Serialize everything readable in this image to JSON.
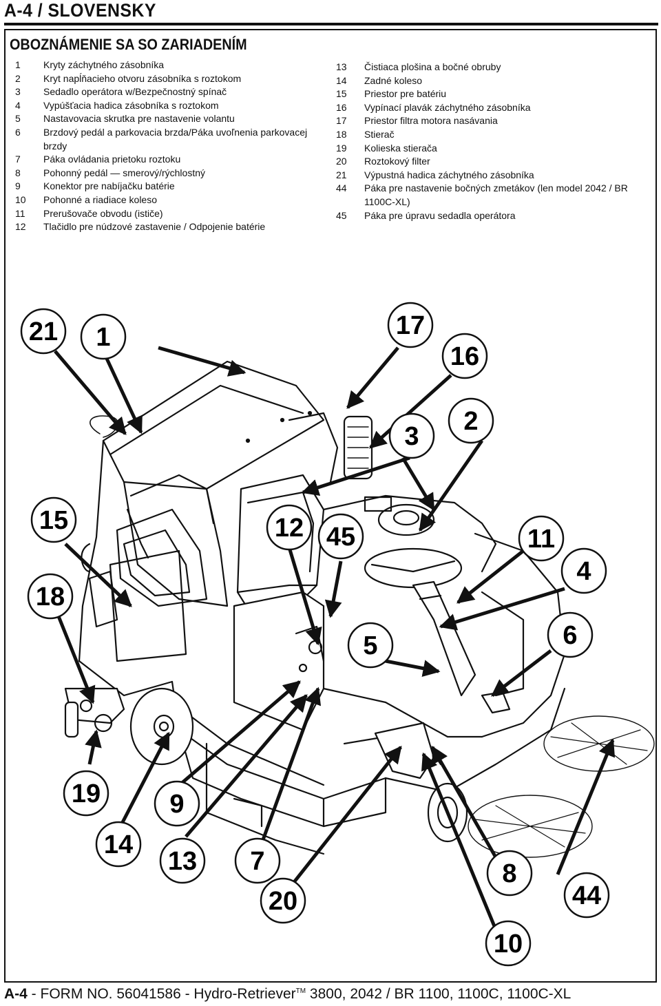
{
  "header": {
    "title": "A-4 / SLOVENSKY"
  },
  "section": {
    "title": "OBOZNÁMENIE SA SO ZARIADENÍM"
  },
  "parts_left": [
    {
      "num": "1",
      "text": "Kryty záchytného zásobníka"
    },
    {
      "num": "2",
      "text": "Kryt napĺňacieho otvoru zásobníka s roztokom"
    },
    {
      "num": "3",
      "text": "Sedadlo operátora w/Bezpečnostný spínač"
    },
    {
      "num": "4",
      "text": "Vypúšťacia hadica zásobníka s roztokom"
    },
    {
      "num": "5",
      "text": "Nastavovacia skrutka pre nastavenie volantu"
    },
    {
      "num": "6",
      "text": "Brzdový pedál a parkovacia brzda/Páka uvoľnenia parkovacej brzdy"
    },
    {
      "num": "7",
      "text": "Páka ovládania prietoku roztoku"
    },
    {
      "num": "8",
      "text": "Pohonný pedál — smerový/rýchlostný"
    },
    {
      "num": "9",
      "text": "Konektor pre nabíjačku batérie"
    },
    {
      "num": "10",
      "text": "Pohonné a riadiace koleso"
    },
    {
      "num": "11",
      "text": "Prerušovače obvodu (ističe)"
    },
    {
      "num": "12",
      "text": "Tlačidlo pre núdzové zastavenie / Odpojenie batérie"
    }
  ],
  "parts_right": [
    {
      "num": "13",
      "text": "Čistiaca plošina a bočné obruby"
    },
    {
      "num": "14",
      "text": "Zadné koleso"
    },
    {
      "num": "15",
      "text": "Priestor pre batériu"
    },
    {
      "num": "16",
      "text": "Vypínací plavák záchytného zásobníka"
    },
    {
      "num": "17",
      "text": "Priestor filtra motora nasávania"
    },
    {
      "num": "18",
      "text": "Stierač"
    },
    {
      "num": "19",
      "text": "Kolieska stierača"
    },
    {
      "num": "20",
      "text": "Roztokový filter"
    },
    {
      "num": "21",
      "text": "Výpustná hadica záchytného zásobníka"
    },
    {
      "num": "44",
      "text": "Páka pre nastavenie bočných zmetákov (len model 2042 / BR 1100C-XL)"
    },
    {
      "num": "45",
      "text": "Páka pre úpravu sedadla operátora"
    }
  ],
  "callouts": [
    "21",
    "1",
    "17",
    "16",
    "3",
    "2",
    "15",
    "18",
    "12",
    "45",
    "11",
    "4",
    "5",
    "6",
    "19",
    "9",
    "14",
    "13",
    "7",
    "20",
    "8",
    "44",
    "10"
  ],
  "footer": {
    "page": "A-4",
    "form": " - FORM NO. 56041586 - Hydro-Retriever",
    "tm": "TM",
    "models": " 3800, 2042 / BR 1100, 1100C, 1100C-XL"
  }
}
